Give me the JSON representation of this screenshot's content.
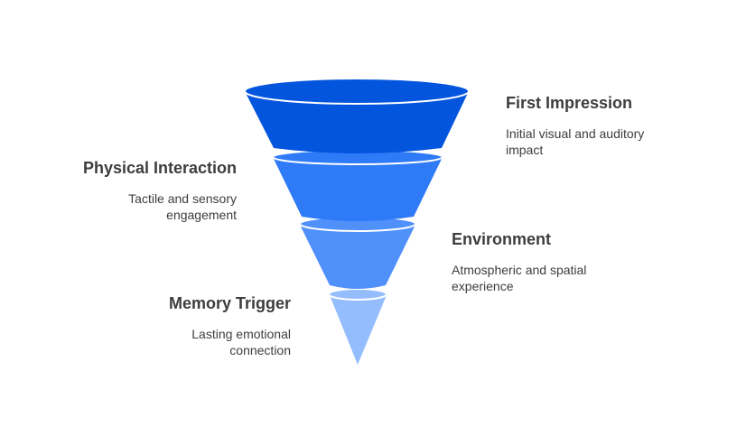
{
  "colors": {
    "layer_1": "#0455de",
    "layer_2": "#2f7bf7",
    "layer_3": "#4f90fb",
    "layer_4": "#94bdfd",
    "text": "#3d3d3d"
  },
  "stages": [
    {
      "title": "First Impression",
      "description": "Initial visual and auditory impact",
      "description_lines": [
        "Initial visual and auditory",
        "impact"
      ]
    },
    {
      "title": "Physical Interaction",
      "description": "Tactile and sensory engagement",
      "description_lines": [
        "Tactile and sensory",
        "engagement"
      ]
    },
    {
      "title": "Environment",
      "description": "Atmospheric and spatial experience",
      "description_lines": [
        "Atmospheric and spatial",
        "experience"
      ]
    },
    {
      "title": "Memory Trigger",
      "description": "Lasting emotional connection",
      "description_lines": [
        "Lasting emotional",
        "connection"
      ]
    }
  ]
}
